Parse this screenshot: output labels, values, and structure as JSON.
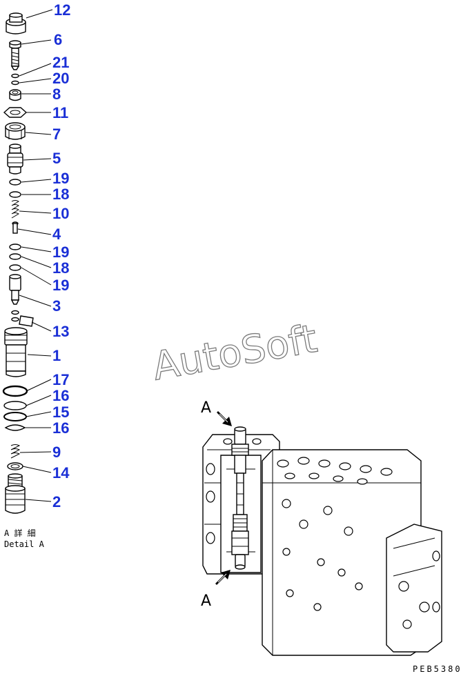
{
  "callouts": [
    {
      "num": "12"
    },
    {
      "num": "6"
    },
    {
      "num": "21"
    },
    {
      "num": "20"
    },
    {
      "num": "8"
    },
    {
      "num": "11"
    },
    {
      "num": "7"
    },
    {
      "num": "5"
    },
    {
      "num": "19"
    },
    {
      "num": "18"
    },
    {
      "num": "10"
    },
    {
      "num": "4"
    },
    {
      "num": "19"
    },
    {
      "num": "18"
    },
    {
      "num": "19"
    },
    {
      "num": "3"
    },
    {
      "num": "13"
    },
    {
      "num": "1"
    },
    {
      "num": "17"
    },
    {
      "num": "16"
    },
    {
      "num": "15"
    },
    {
      "num": "16"
    },
    {
      "num": "9"
    },
    {
      "num": "14"
    },
    {
      "num": "2"
    }
  ],
  "detail": {
    "line1": "A 詳 細",
    "line2": "Detail A"
  },
  "watermark": "AutoSoft",
  "view_marker_top": "A",
  "view_marker_bottom": "A",
  "drawing_code": "PEB5380",
  "colors": {
    "callout": "#1a2fd6",
    "line": "#000000",
    "watermark": "#7a7a7a"
  }
}
